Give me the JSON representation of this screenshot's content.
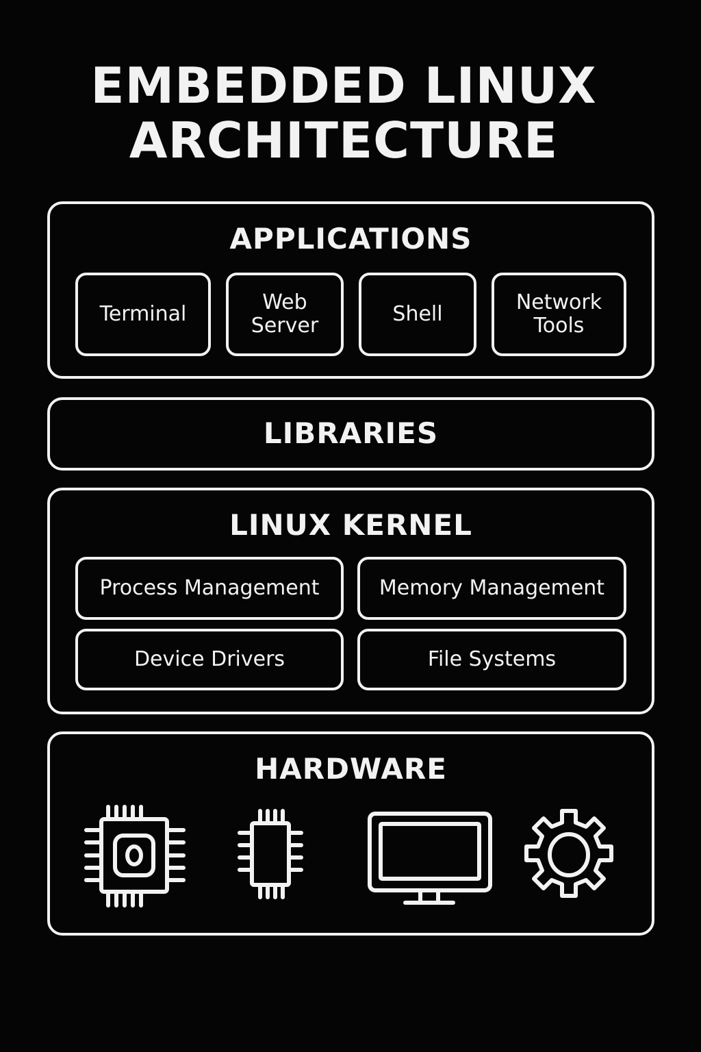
{
  "title": {
    "line1": "EMBEDDED LINUX",
    "line2": "ARCHITECTURE"
  },
  "layers": {
    "applications": {
      "label": "APPLICATIONS",
      "items": [
        "Terminal",
        "Web\nServer",
        "Shell",
        "Network\nTools"
      ]
    },
    "libraries": {
      "label": "LIBRARIES"
    },
    "kernel": {
      "label": "LINUX KERNEL",
      "items": [
        "Process Management",
        "Memory Management",
        "Device Drivers",
        "File Systems"
      ]
    },
    "hardware": {
      "label": "HARDWARE",
      "icons": [
        "processor-icon",
        "chip-icon",
        "monitor-icon",
        "gear-icon"
      ]
    }
  },
  "colors": {
    "background": "#050505",
    "foreground": "#f2f2f2"
  }
}
